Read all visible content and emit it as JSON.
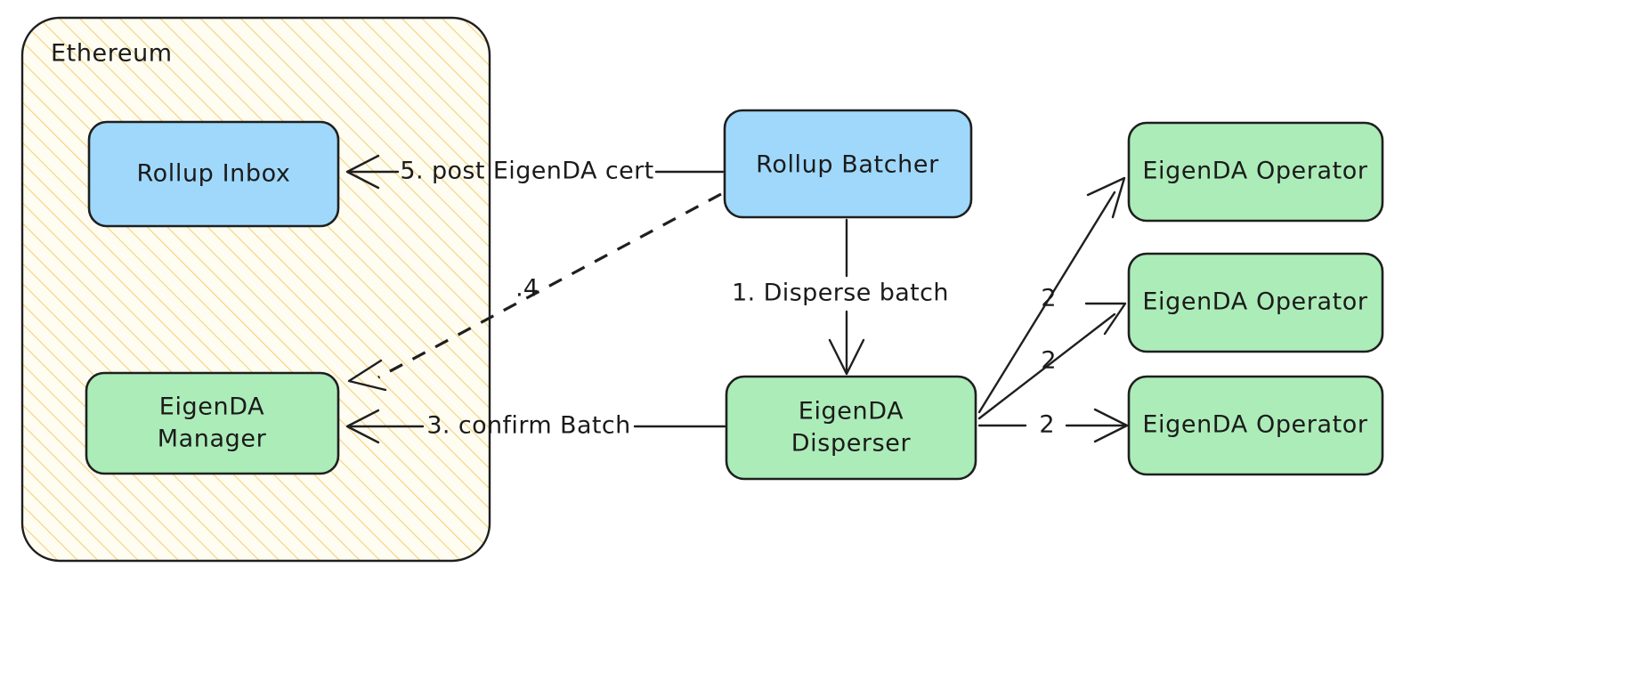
{
  "diagram": {
    "title": "EigenDA data availability flow",
    "background": "#ffffff",
    "colors": {
      "blue_fill": "#9fd8fb",
      "green_fill": "#acecb8",
      "cluster_fill": "#fffcef",
      "cluster_hatch": "#f5d87a",
      "stroke": "#1f1f1f",
      "text": "#1b1b1b"
    }
  },
  "cluster": {
    "name": "ethereum-cluster",
    "label": "Ethereum"
  },
  "nodes": {
    "rollup_inbox": {
      "label": "Rollup Inbox",
      "color": "blue"
    },
    "eigenda_manager_line1": {
      "label": "EigenDA"
    },
    "eigenda_manager_line2": {
      "label": "Manager"
    },
    "rollup_batcher": {
      "label": "Rollup Batcher",
      "color": "blue"
    },
    "eigenda_disperser_line1": {
      "label": "EigenDA"
    },
    "eigenda_disperser_line2": {
      "label": "Disperser"
    },
    "operator_1": {
      "label": "EigenDA Operator",
      "color": "green"
    },
    "operator_2": {
      "label": "EigenDA Operator",
      "color": "green"
    },
    "operator_3": {
      "label": "EigenDA Operator",
      "color": "green"
    }
  },
  "edges": {
    "post_cert": {
      "label": "5. post EigenDA cert",
      "from": "rollup-batcher",
      "to": "rollup-inbox",
      "style": "solid"
    },
    "step_four": {
      "label": ".4",
      "from": "rollup-batcher",
      "to": "eigenda-manager",
      "style": "dashed"
    },
    "disperse_batch": {
      "label": "1. Disperse batch",
      "from": "rollup-batcher",
      "to": "eigenda-disperser",
      "style": "solid"
    },
    "confirm_batch": {
      "label": "3. confirm Batch",
      "from": "eigenda-disperser",
      "to": "eigenda-manager",
      "style": "solid"
    },
    "store_1": {
      "label": "2",
      "from": "eigenda-disperser",
      "to": "operator-1",
      "style": "solid"
    },
    "store_2": {
      "label": "2",
      "from": "eigenda-disperser",
      "to": "operator-2",
      "style": "solid"
    },
    "store_3": {
      "label": "2",
      "from": "eigenda-disperser",
      "to": "operator-3",
      "style": "solid"
    }
  }
}
